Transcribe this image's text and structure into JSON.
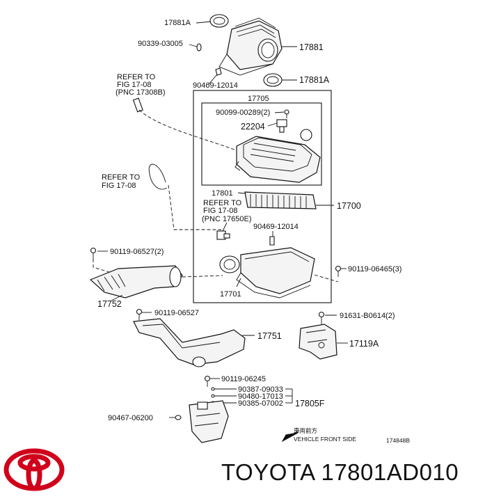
{
  "labels": {
    "p17881A_top": "17881A",
    "p90339": "90339-03005",
    "p17881": "17881",
    "p90469_top": "90469-12014",
    "p17881A_bot": "17881A",
    "refer1_a": "REFER TO",
    "refer1_b": "FIG 17-08",
    "refer1_c": "(PNC 17308B)",
    "p17705": "17705",
    "p90099": "90099-00289(2)",
    "p22204": "22204",
    "refer2_a": "REFER TO",
    "refer2_b": "FIG 17-08",
    "p17801": "17801",
    "refer3_a": "REFER TO",
    "refer3_b": "FIG 17-08",
    "refer3_c": "(PNC 17650E)",
    "p17700": "17700",
    "p90469_mid": "90469-12014",
    "p90119_06527_2": "90119-06527(2)",
    "p90119_06465": "90119-06465(3)",
    "p17752": "17752",
    "p17701": "17701",
    "p90119_06527": "90119-06527",
    "p91631": "91631-B0614(2)",
    "p17751": "17751",
    "p17119A": "17119A",
    "p90119_06245": "90119-06245",
    "p90387": "90387-09033",
    "p90480": "90480-17013",
    "p90385": "90385-07002",
    "p17805F": "17805F",
    "p90467": "90467-06200",
    "front_cn": "車両前方",
    "front_en": "VEHICLE FRONT SIDE",
    "fig_code": "174848B"
  },
  "footer": "TOYOTA 17801AD010",
  "colors": {
    "logo": "#d0021b",
    "line": "#111111"
  },
  "icons": {
    "logo": "toyota-logo"
  }
}
